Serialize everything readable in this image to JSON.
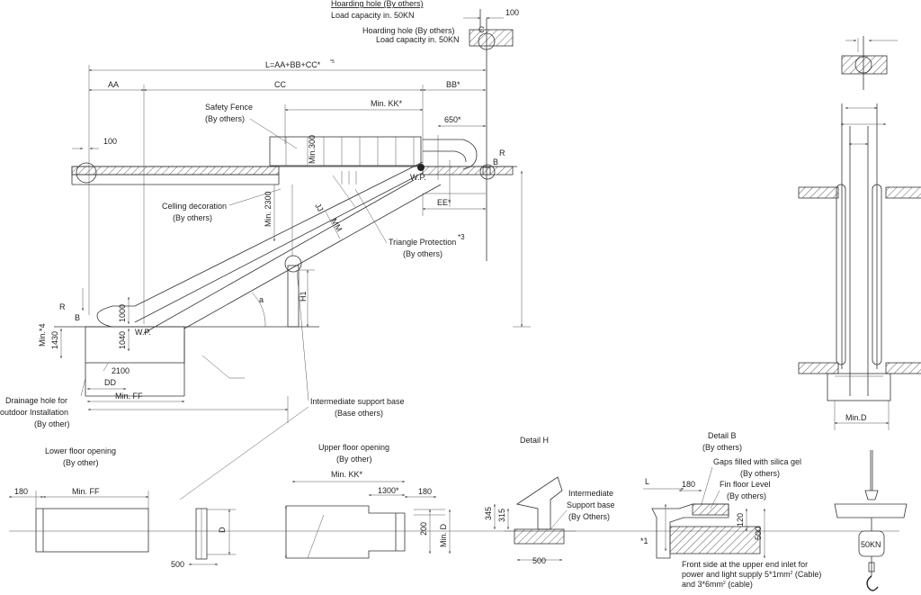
{
  "labels": {
    "hoarding_top_1": "Hoarding hole (By others)",
    "hoarding_top_2": "Load capacity in. 50KN",
    "hoarding_mid_1": "Hoarding hole (By others)",
    "hoarding_mid_2": "Load capacity in. 50KN",
    "dim_100_top": "100",
    "letter_c": "C",
    "l_total": "L=AA+BB+CC*",
    "l_total_sup": "*5",
    "dim_aa": "AA",
    "dim_cc": "CC",
    "dim_bb": "BB*",
    "min_kk": "Min. KK*",
    "dim_650": "650*",
    "safety_fence_1": "Safety Fence",
    "safety_fence_2": "(By others)",
    "dim_100_left": "100",
    "min_300": "Min.300",
    "letter_r_right": "R",
    "letter_b_right": "B",
    "wp_upper": "W.P.",
    "ee": "EE*",
    "ceiling_1": "Celling decoration",
    "ceiling_2": "(By others)",
    "min_2300": "Min. 2300",
    "jj": "JJ",
    "mm": "MM",
    "triangle_1": "Triangle Protection",
    "triangle_sup": "*3",
    "triangle_2": "(By others)",
    "h1": "H1",
    "angle_a": "a",
    "letter_r_left": "R",
    "letter_b_left": "B",
    "dim_1000": "1000",
    "dim_1040": "1040",
    "wp_lower": "W.P.",
    "min_1430": "Min.*4",
    "dim_1430": "1430",
    "dim_2100": "2100",
    "dd": "DD",
    "min_ff": "Min. FF",
    "drainage_1": "Drainage hole for",
    "drainage_2": "outdoor Installation",
    "drainage_3": "(By other)",
    "intermediate_1": "Intermediate support base",
    "intermediate_2": "(Base others)",
    "lower_open_1": "Lower floor opening",
    "lower_open_2": "(By other)",
    "dim_180_lower": "180",
    "min_ff_lower": "Min. FF",
    "dim_d_lower": "D",
    "dim_500_lower": "500",
    "upper_open_1": "Upper floor opening",
    "upper_open_2": "(By other)",
    "min_kk_upper": "Min. KK*",
    "dim_1300": "1300*",
    "dim_180_upper": "180",
    "dim_200": "200",
    "min_d_upper": "Min. D",
    "detail_h": "Detail H",
    "dim_345": "345",
    "dim_315": "315",
    "dim_500_h": "500",
    "inter_sb_1": "Intermediate",
    "inter_sb_2": "Support base",
    "inter_sb_3": "(By Others)",
    "detail_b_1": "Detail B",
    "detail_b_2": "(By others)",
    "gaps_1": "Gaps filled with silica gel",
    "gaps_2": "(By others)",
    "fin_floor_1": "Fin floor Level",
    "fin_floor_2": "(By others)",
    "letter_l": "L",
    "dim_180_b": "180",
    "dim_120": "120",
    "dim_500_b": "500",
    "star_1": "*1",
    "front_1": "Front side at the upper end inlet for",
    "front_2": "power and light supply 5*1mm",
    "front_2_sup": "2",
    "front_2_end": " (Cable)",
    "front_3": "and 3*6mm",
    "front_3_sup": "2",
    "front_3_end": " (cable)",
    "min_d_right": "Min.D",
    "load_50kn": "50KN"
  }
}
